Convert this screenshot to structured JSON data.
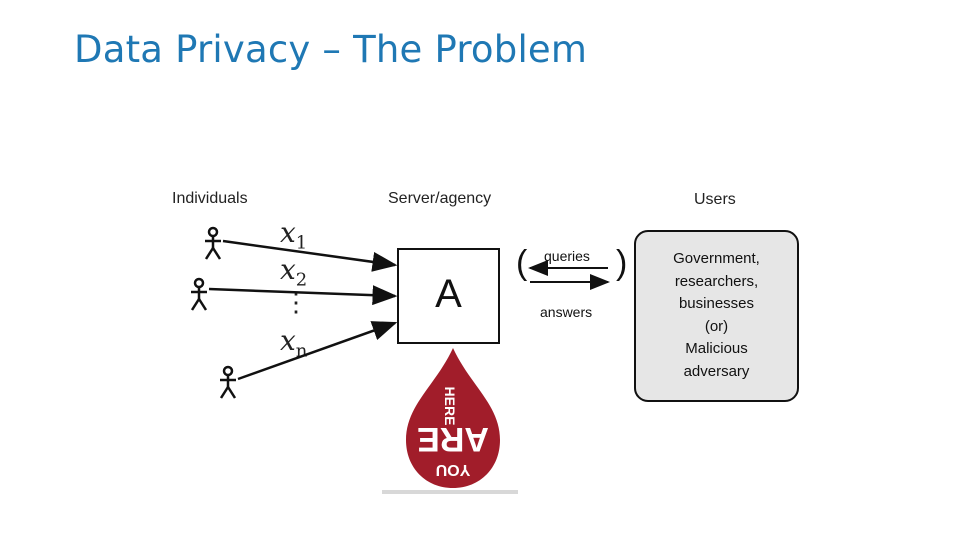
{
  "slide": {
    "title": "Data Privacy – The Problem"
  },
  "diagram": {
    "labels": {
      "individuals": "Individuals",
      "server": "Server/agency",
      "users": "Users"
    },
    "variables": {
      "x1": "x",
      "x1_sub": "1",
      "x2": "x",
      "x2_sub": "2",
      "vdots": "⋮",
      "xn": "x",
      "xn_sub": "n"
    },
    "box_label": "A",
    "queries_label": "queries",
    "answers_label": "answers",
    "paren_open": "(",
    "paren_close": ")",
    "users_lines": [
      "Government,",
      "researchers,",
      "businesses",
      "(or)",
      "Malicious",
      "adversary"
    ],
    "drop_text": {
      "line1": "HERE",
      "line2": "ARE",
      "line3": "YOU"
    }
  },
  "colors": {
    "title": "#1f78b4",
    "drop": "#a11d2a",
    "users_box_fill": "#e6e6e6"
  }
}
